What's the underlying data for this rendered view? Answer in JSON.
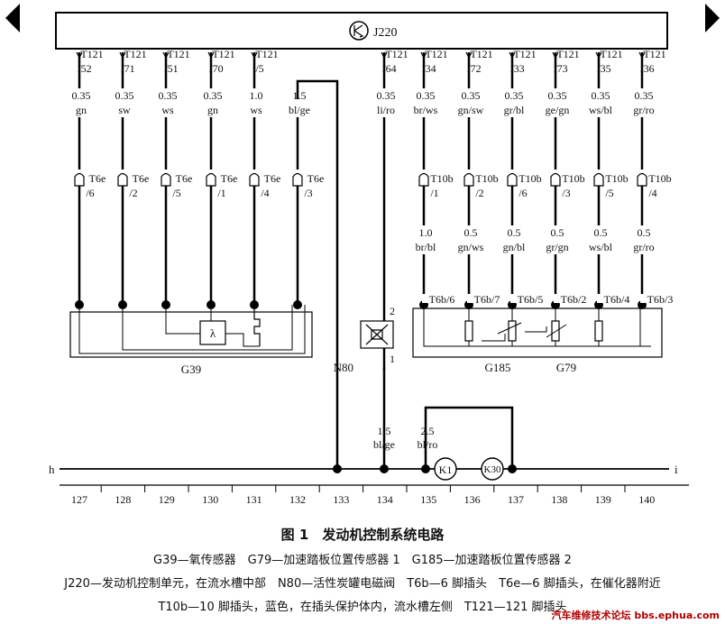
{
  "ecu": {
    "label": "J220"
  },
  "top_pins": [
    {
      "c": "T121",
      "p": "/52",
      "size": "0.35",
      "color": "gn",
      "plug": "T6e",
      "plug_pin": "/6"
    },
    {
      "c": "T121",
      "p": "/71",
      "size": "0.35",
      "color": "sw",
      "plug": "T6e",
      "plug_pin": "/2"
    },
    {
      "c": "T121",
      "p": "/51",
      "size": "0.35",
      "color": "ws",
      "plug": "T6e",
      "plug_pin": "/5"
    },
    {
      "c": "T121",
      "p": "/70",
      "size": "0.35",
      "color": "gn",
      "plug": "T6e",
      "plug_pin": "/1"
    },
    {
      "c": "T121",
      "p": "/5",
      "size": "1.0",
      "color": "ws",
      "plug": "T6e",
      "plug_pin": "/4"
    },
    {
      "c": "",
      "p": "",
      "size": "1.5",
      "color": "bl/ge",
      "plug": "T6e",
      "plug_pin": "/3"
    },
    {
      "c": "T121",
      "p": "/64",
      "size": "0.35",
      "color": "li/ro",
      "plug": "",
      "plug_pin": ""
    },
    {
      "c": "T121",
      "p": "/34",
      "size": "0.35",
      "color": "br/ws",
      "plug": "T10b",
      "plug_pin": "/1"
    },
    {
      "c": "T121",
      "p": "/72",
      "size": "0.35",
      "color": "gn/sw",
      "plug": "T10b",
      "plug_pin": "/2"
    },
    {
      "c": "T121",
      "p": "/33",
      "size": "0.35",
      "color": "gr/bl",
      "plug": "T10b",
      "plug_pin": "/6"
    },
    {
      "c": "T121",
      "p": "/73",
      "size": "0.35",
      "color": "ge/gn",
      "plug": "T10b",
      "plug_pin": "/3"
    },
    {
      "c": "T121",
      "p": "/35",
      "size": "0.35",
      "color": "ws/bl",
      "plug": "T10b",
      "plug_pin": "/5"
    },
    {
      "c": "T121",
      "p": "/36",
      "size": "0.35",
      "color": "gr/ro",
      "plug": "T10b",
      "plug_pin": "/4"
    }
  ],
  "lower_wires": [
    {
      "size": "1.0",
      "color": "br/bl",
      "plug": "T6b/6"
    },
    {
      "size": "0.5",
      "color": "gn/ws",
      "plug": "T6b/7"
    },
    {
      "size": "0.5",
      "color": "gn/bl",
      "plug": "T6b/5"
    },
    {
      "size": "0.5",
      "color": "gr/gn",
      "plug": "T6b/2"
    },
    {
      "size": "0.5",
      "color": "ws/bl",
      "plug": "T6b/4"
    },
    {
      "size": "0.5",
      "color": "gr/ro",
      "plug": "T6b/3"
    }
  ],
  "components": {
    "g39": "G39",
    "lambda": "λ",
    "n80": "N80",
    "n80_pin_top": "2",
    "n80_pin_bottom": "1",
    "g185": "G185",
    "g79": "G79"
  },
  "bottom_wires": [
    {
      "size": "1.5",
      "color": "bl/ge"
    },
    {
      "size": "2.5",
      "color": "bl/ro"
    }
  ],
  "relays": [
    "K1",
    "K30"
  ],
  "bus": {
    "left": "h",
    "right": "i"
  },
  "ruler": [
    "127",
    "128",
    "129",
    "130",
    "131",
    "132",
    "133",
    "134",
    "135",
    "136",
    "137",
    "138",
    "139",
    "140"
  ],
  "caption": {
    "title": "图 1　发动机控制系统电路",
    "line1": "G39—氧传感器　G79—加速踏板位置传感器 1　G185—加速踏板位置传感器 2",
    "line2": "J220—发动机控制单元，在流水槽中部　N80—活性炭罐电磁阀　T6b—6 脚插头　T6e—6 脚插头，在催化器附近",
    "line3": "T10b—10 脚插头，蓝色，在插头保护体内，流水槽左侧　T121—121 脚插头"
  },
  "watermark": "汽车维修技术论坛 bbs.ephua.com"
}
